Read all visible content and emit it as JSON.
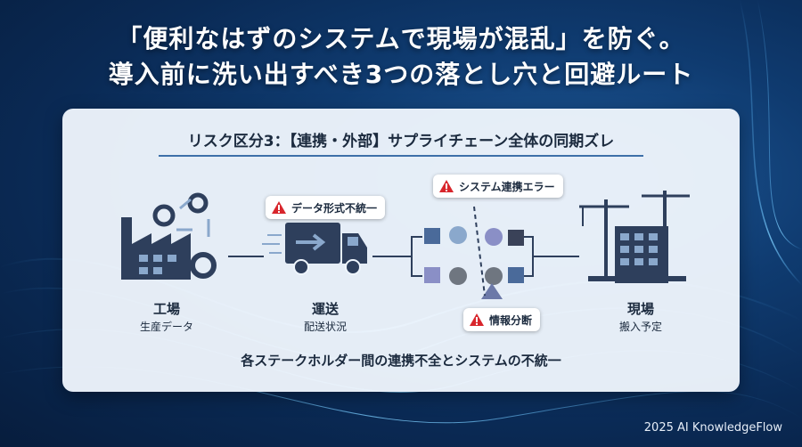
{
  "title": {
    "line1": "「便利なはずのシステムで現場が混乱」を防ぐ。",
    "line2": "導入前に洗い出すべき3つの落とし穴と回避ルート"
  },
  "panel": {
    "heading": "リスク区分3：【連携・外部】サプライチェーン全体の同期ズレ",
    "nodes": [
      {
        "label": "工場",
        "sub": "生産データ",
        "icon": "factory-icon"
      },
      {
        "label": "運送",
        "sub": "配送状況",
        "icon": "truck-icon"
      },
      {
        "label": "現場",
        "sub": "搬入予定",
        "icon": "construction-site-icon"
      }
    ],
    "warnings": [
      {
        "text": "データ形式不統一",
        "icon": "warning-icon"
      },
      {
        "text": "システム連携エラー",
        "icon": "warning-icon"
      },
      {
        "text": "情報分断",
        "icon": "warning-icon"
      }
    ],
    "summary": "各ステークホルダー間の連携不全とシステムの不統一"
  },
  "credit": "2025 AI KnowledgeFlow",
  "colors": {
    "accent": "#3d6fa8",
    "warning": "#d8262c",
    "icon_dark": "#2e3f5c",
    "icon_light": "#8aa8cc"
  }
}
